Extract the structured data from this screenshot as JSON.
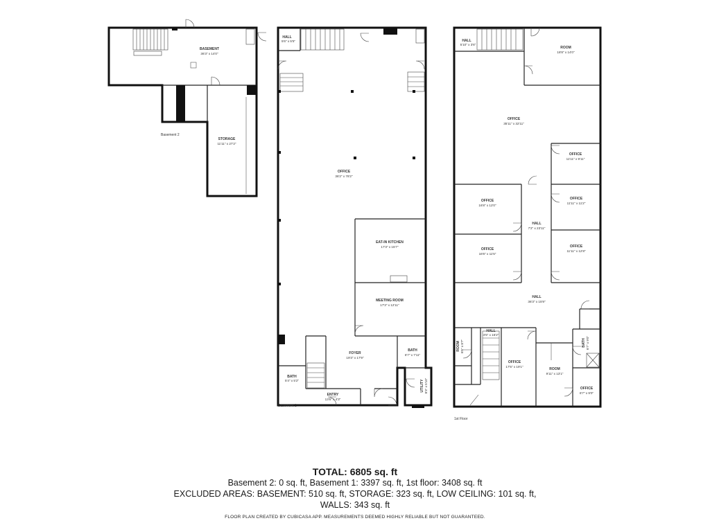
{
  "floors": [
    {
      "name": "Basement 2",
      "rooms": [
        {
          "name": "BASEMENT",
          "dims": "36'3\" x 14'0\""
        },
        {
          "name": "STORAGE",
          "dims": "11'11\" x 27'2\""
        }
      ]
    },
    {
      "name": "Basement 1",
      "rooms": [
        {
          "name": "HALL",
          "dims": "5'6\" x 5'5\""
        },
        {
          "name": "OFFICE",
          "dims": "36'2\" x 78'2\""
        },
        {
          "name": "EAT-IN KITCHEN",
          "dims": "17'3\" x 15'7\""
        },
        {
          "name": "MEETING ROOM",
          "dims": "17'3\" x 12'11\""
        },
        {
          "name": "FOYER",
          "dims": "19'3\" x 17'9\""
        },
        {
          "name": "BATH",
          "dims": "6'7\" x 7'11\""
        },
        {
          "name": "BATH",
          "dims": "5'4\" x 5'2\""
        },
        {
          "name": "ENTRY",
          "dims": "13'6\" x 4'3\""
        },
        {
          "name": "UTILITY",
          "dims": "8'3\" x 5'10\""
        }
      ]
    },
    {
      "name": "1st Floor",
      "rooms": [
        {
          "name": "HALL",
          "dims": "5'10\" x 3'6\""
        },
        {
          "name": "ROOM",
          "dims": "18'8\" x 14'0\""
        },
        {
          "name": "OFFICE",
          "dims": "35'11\" x 32'11\""
        },
        {
          "name": "OFFICE",
          "dims": "11'11\" x 9'11\""
        },
        {
          "name": "OFFICE",
          "dims": "16'8\" x 12'0\""
        },
        {
          "name": "OFFICE",
          "dims": "11'11\" x 11'2\""
        },
        {
          "name": "HALL",
          "dims": "7'2\" x 23'11\""
        },
        {
          "name": "OFFICE",
          "dims": "16'6\" x 11'5\""
        },
        {
          "name": "OFFICE",
          "dims": "11'11\" x 12'8\""
        },
        {
          "name": "HALL",
          "dims": "36'3\" x 15'9\""
        },
        {
          "name": "HALL",
          "dims": "4'5\" x 16'2\""
        },
        {
          "name": "ROOM",
          "dims": "6'6\" x 8'7\""
        },
        {
          "name": "OFFICE",
          "dims": "17'5\" x 19'1\""
        },
        {
          "name": "BATH",
          "dims": "6'7\" x 9'0\""
        },
        {
          "name": "ROOM",
          "dims": "9'11\" x 13'1\""
        },
        {
          "name": "OFFICE",
          "dims": "6'7\" x 9'0\""
        }
      ]
    }
  ],
  "summary": {
    "total": "TOTAL: 6805 sq. ft",
    "line1": "Basement 2: 0 sq. ft, Basement 1: 3397 sq. ft, 1st floor: 3408 sq. ft",
    "line2": "EXCLUDED AREAS: BASEMENT: 510 sq. ft, STORAGE: 323 sq. ft, LOW CEILING: 101 sq. ft,",
    "line3": "WALLS: 343 sq. ft",
    "credit": "FLOOR PLAN CREATED BY CUBICASA APP. MEASUREMENTS DEEMED HIGHLY RELIABLE BUT NOT GUARANTEED."
  }
}
